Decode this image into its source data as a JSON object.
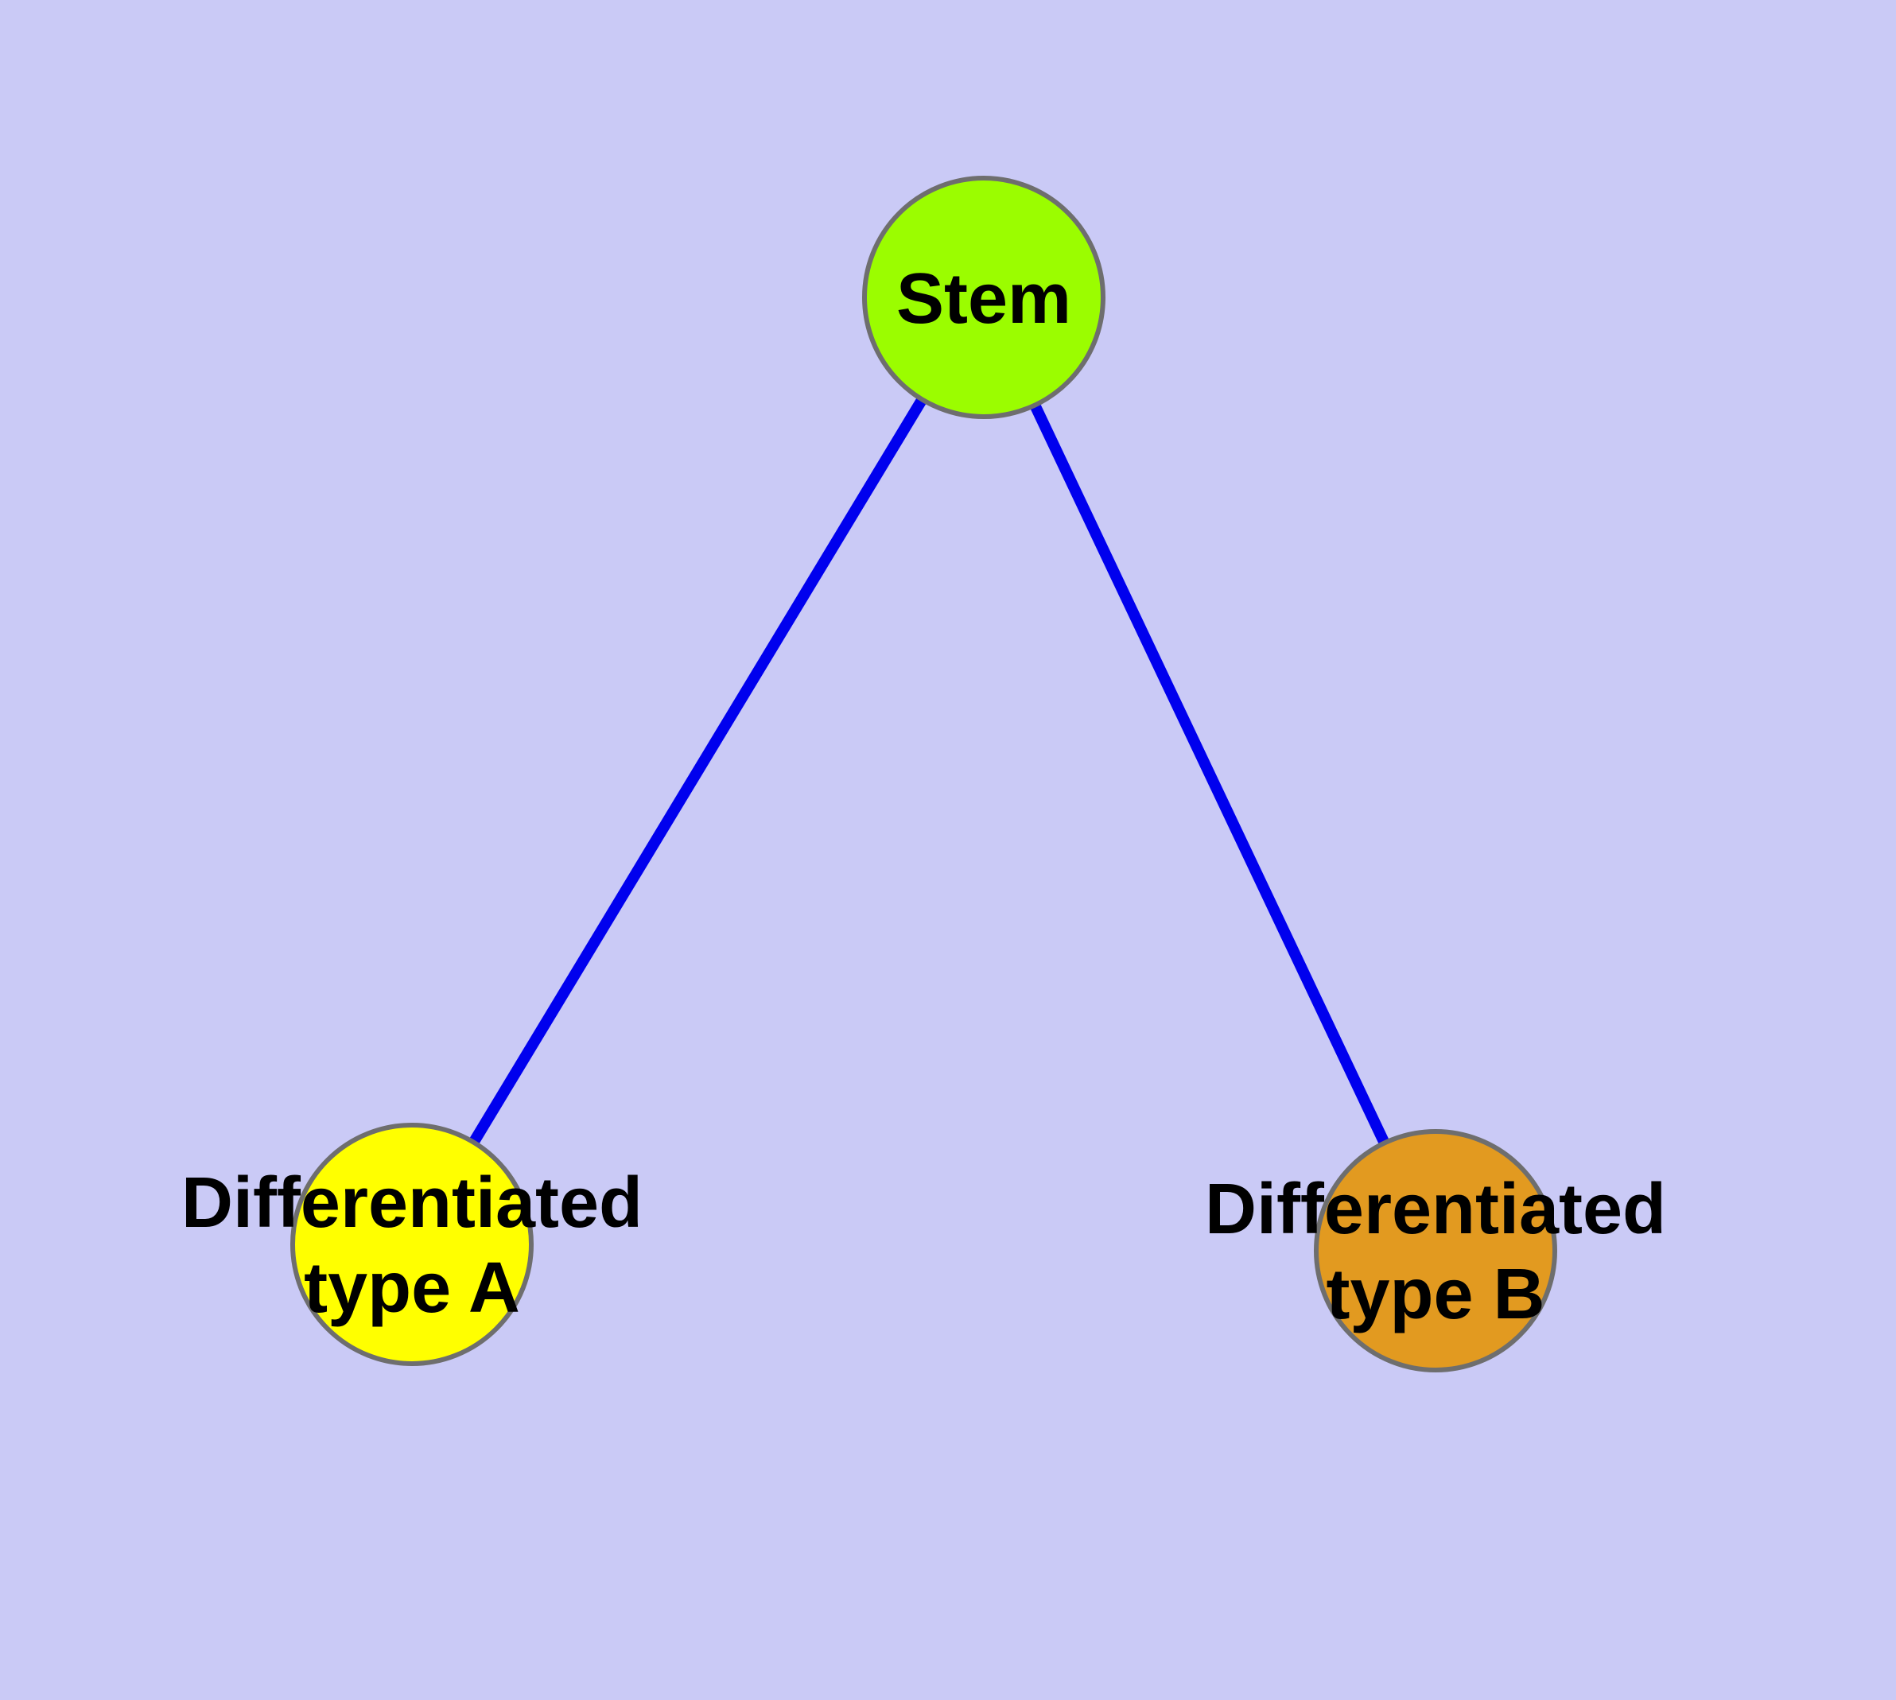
{
  "diagram": {
    "background_color": "#CACAF6",
    "edge_color": "#0000EE",
    "node_border_color": "#6E6E6E",
    "label_color": "#000000",
    "nodes": [
      {
        "id": "stem",
        "lines": [
          "Stem"
        ],
        "fill": "#9BFD00"
      },
      {
        "id": "differentiated-type-a",
        "lines": [
          "Differentiated",
          "type A"
        ],
        "fill": "#FFFF00"
      },
      {
        "id": "differentiated-type-b",
        "lines": [
          "Differentiated",
          "type B"
        ],
        "fill": "#E29A20"
      }
    ],
    "edges": [
      {
        "from": "stem",
        "to": "differentiated-type-a"
      },
      {
        "from": "stem",
        "to": "differentiated-type-b"
      }
    ]
  }
}
